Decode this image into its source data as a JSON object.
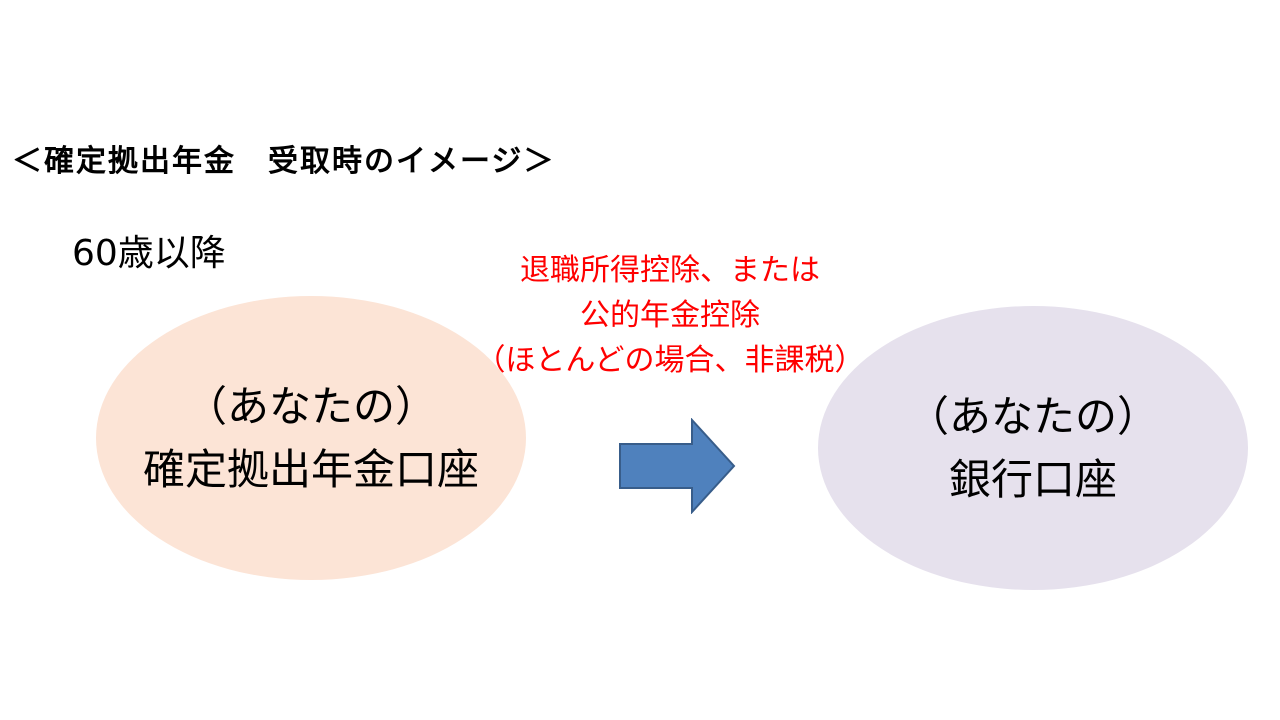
{
  "title": "＜確定拠出年金　受取時のイメージ＞",
  "age_label": "60歳以降",
  "source": {
    "line1": "（あなたの）",
    "line2": "確定拠出年金口座"
  },
  "destination": {
    "line1": "（あなたの）",
    "line2": "銀行口座"
  },
  "deduction": {
    "line1": "退職所得控除、または",
    "line2": "公的年金控除",
    "line3": "（ほとんどの場合、非課税）"
  },
  "colors": {
    "source_fill": "#fce4d6",
    "destination_fill": "#e6e1ed",
    "arrow_fill": "#4f81bd",
    "arrow_stroke": "#385d8a",
    "note_text": "#ff0000"
  },
  "icons": {
    "arrow": "right-arrow-icon"
  }
}
